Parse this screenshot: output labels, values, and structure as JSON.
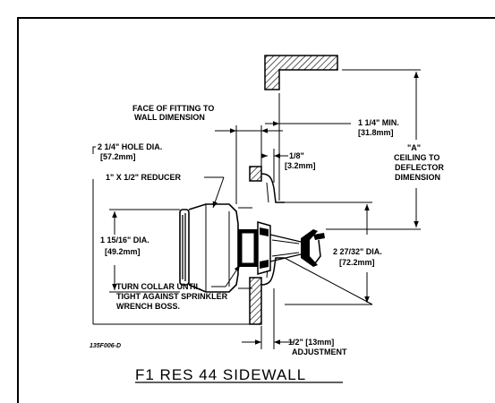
{
  "labels": {
    "face_of_fitting_1": "FACE OF FITTING TO",
    "face_of_fitting_2": "WALL DIMENSION",
    "min_1_4": "1 1/4\" MIN.",
    "min_1_4_mm": "[31.8mm]",
    "a_1": "\"A\"",
    "a_2": "CEILING TO",
    "a_3": "DEFLECTOR",
    "a_4": "DIMENSION",
    "hole_dia": "2 1/4\" HOLE DIA.",
    "hole_dia_mm": "[57.2mm]",
    "eighth": "1/8\"",
    "eighth_mm": "[3.2mm]",
    "reducer": "1\" X 1/2\" REDUCER",
    "dia_1_15_16": "1 15/16\" DIA.",
    "dia_1_15_16_mm": "[49.2mm]",
    "dia_2_27_32": "2 27/32\" DIA.",
    "dia_2_27_32_mm": "[72.2mm]",
    "turn_1": "TURN COLLAR UNTIL",
    "turn_2": "TIGHT AGAINST SPRINKLER",
    "turn_3": "WRENCH BOSS.",
    "drawing_no": "135F006-D",
    "adjust_1": "1/2\" [13mm]",
    "adjust_2": "ADJUSTMENT"
  },
  "title": "F1 RES 44 SIDEWALL"
}
